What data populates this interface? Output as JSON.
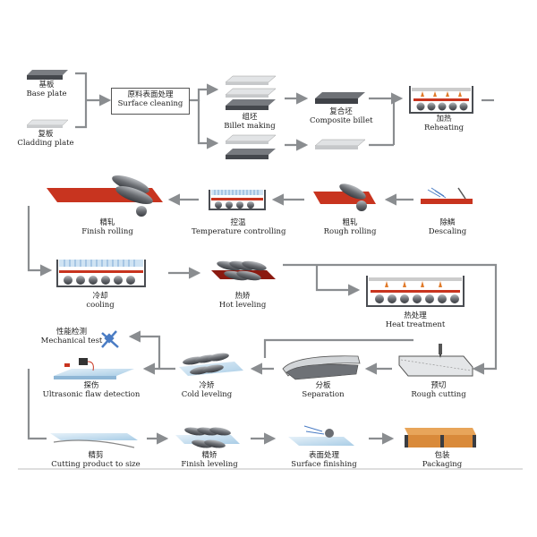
{
  "steps": {
    "base_plate": {
      "zh": "基板",
      "en": "Base plate"
    },
    "cladding_plate": {
      "zh": "复板",
      "en": "Cladding plate"
    },
    "surface_cleaning": {
      "zh": "原料表面处理",
      "en": "Surface cleaning"
    },
    "billet_making": {
      "zh": "组坯",
      "en": "Billet making"
    },
    "composite_billet": {
      "zh": "复合坯",
      "en": "Composite billet"
    },
    "reheating": {
      "zh": "加热",
      "en": "Reheating"
    },
    "descaling": {
      "zh": "除鳞",
      "en": "Descaling"
    },
    "rough_rolling": {
      "zh": "粗轧",
      "en": "Rough rolling"
    },
    "temperature_controlling": {
      "zh": "控温",
      "en": "Temperature controlling"
    },
    "finish_rolling": {
      "zh": "精轧",
      "en": "Finish rolling"
    },
    "cooling": {
      "zh": "冷却",
      "en": "cooling"
    },
    "hot_leveling": {
      "zh": "热矫",
      "en": "Hot leveling"
    },
    "heat_treatment": {
      "zh": "热处理",
      "en": "Heat treatment"
    },
    "rough_cutting": {
      "zh": "预切",
      "en": "Rough cutting"
    },
    "separation": {
      "zh": "分板",
      "en": "Separation"
    },
    "cold_leveling": {
      "zh": "冷矫",
      "en": "Cold leveling"
    },
    "ultrasonic": {
      "zh": "探伤",
      "en": "Ultrasonic flaw detection"
    },
    "mechanical_test": {
      "zh": "性能检测",
      "en": "Mechanical test"
    },
    "cutting_to_size": {
      "zh": "精剪",
      "en": "Cutting product to size"
    },
    "finish_leveling": {
      "zh": "精矫",
      "en": "Finish leveling"
    },
    "surface_finishing": {
      "zh": "表面处理",
      "en": "Surface finishing"
    },
    "packaging": {
      "zh": "包装",
      "en": "Packaging"
    }
  },
  "colors": {
    "arrow": "#8a8d90",
    "plate_dark": "#4a4d52",
    "plate_light": "#d8dadc",
    "hot_red": "#c8341f",
    "flame": "#e07a2a",
    "blue_sheet": "#bcd8ec",
    "roller": "#6a6d72",
    "copper": "#d98a3a"
  }
}
